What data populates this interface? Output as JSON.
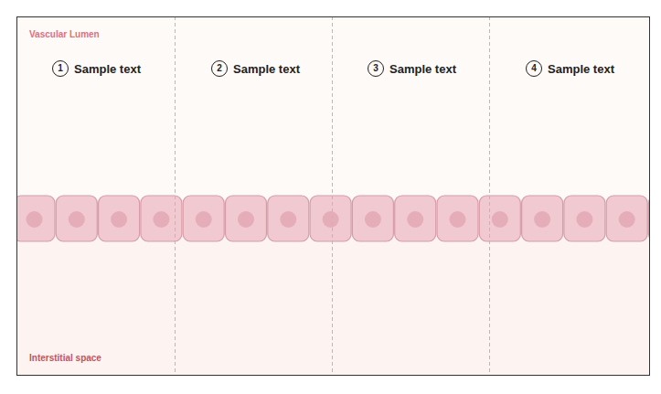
{
  "diagram": {
    "nodes": [
      {
        "text": [
          "1"
        ]
      },
      {
        "text": [
          "2"
        ]
      },
      {
        "text": [
          "3"
        ]
      },
      {
        "text": [
          "4"
        ]
      }
    ],
    "labels": [
      "Vascular Lumen",
      "Sample text",
      "Sample text",
      "Sample text",
      "Sample text",
      "Interstitial space"
    ]
  }
}
